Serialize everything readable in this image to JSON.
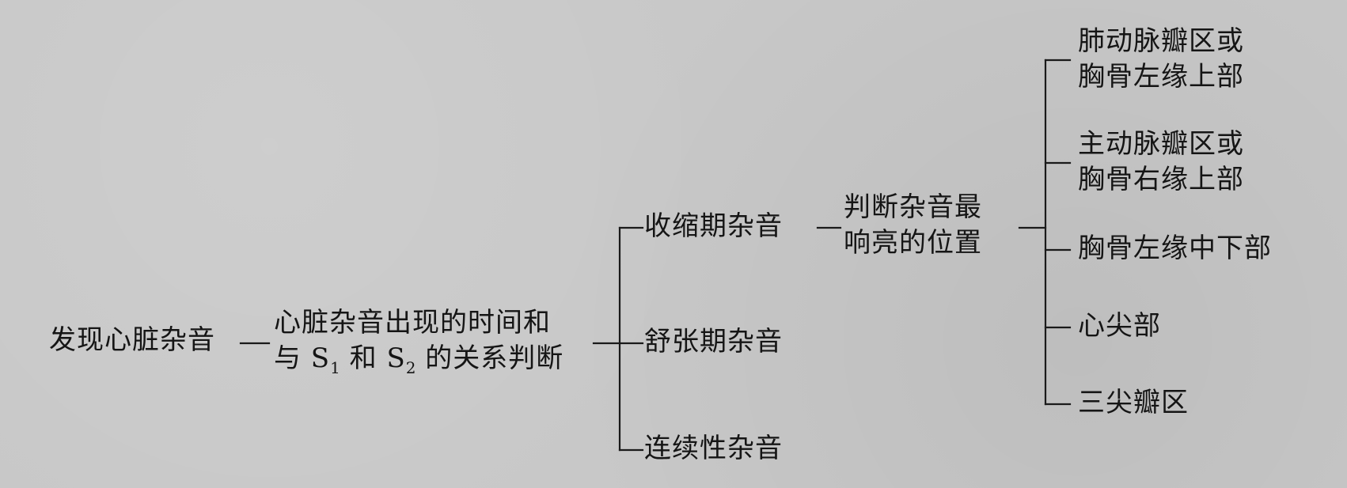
{
  "root": "发现心脏杂音",
  "step1": {
    "line1": "心脏杂音出现的时间和",
    "line2_prefix": "与 S",
    "s1_sub": "1",
    "line2_mid": " 和 S",
    "s2_sub": "2",
    "line2_suffix": " 的关系判断"
  },
  "types": {
    "systolic": "收缩期杂音",
    "diastolic": "舒张期杂音",
    "continuous": "连续性杂音"
  },
  "locate": {
    "line1": "判断杂音最",
    "line2": "响亮的位置"
  },
  "positions": {
    "pulmonary": {
      "line1": "肺动脉瓣区或",
      "line2": "胸骨左缘上部"
    },
    "aortic": {
      "line1": "主动脉瓣区或",
      "line2": "胸骨右缘上部"
    },
    "left_sternal": "胸骨左缘中下部",
    "apex": "心尖部",
    "tricuspid": "三尖瓣区"
  }
}
